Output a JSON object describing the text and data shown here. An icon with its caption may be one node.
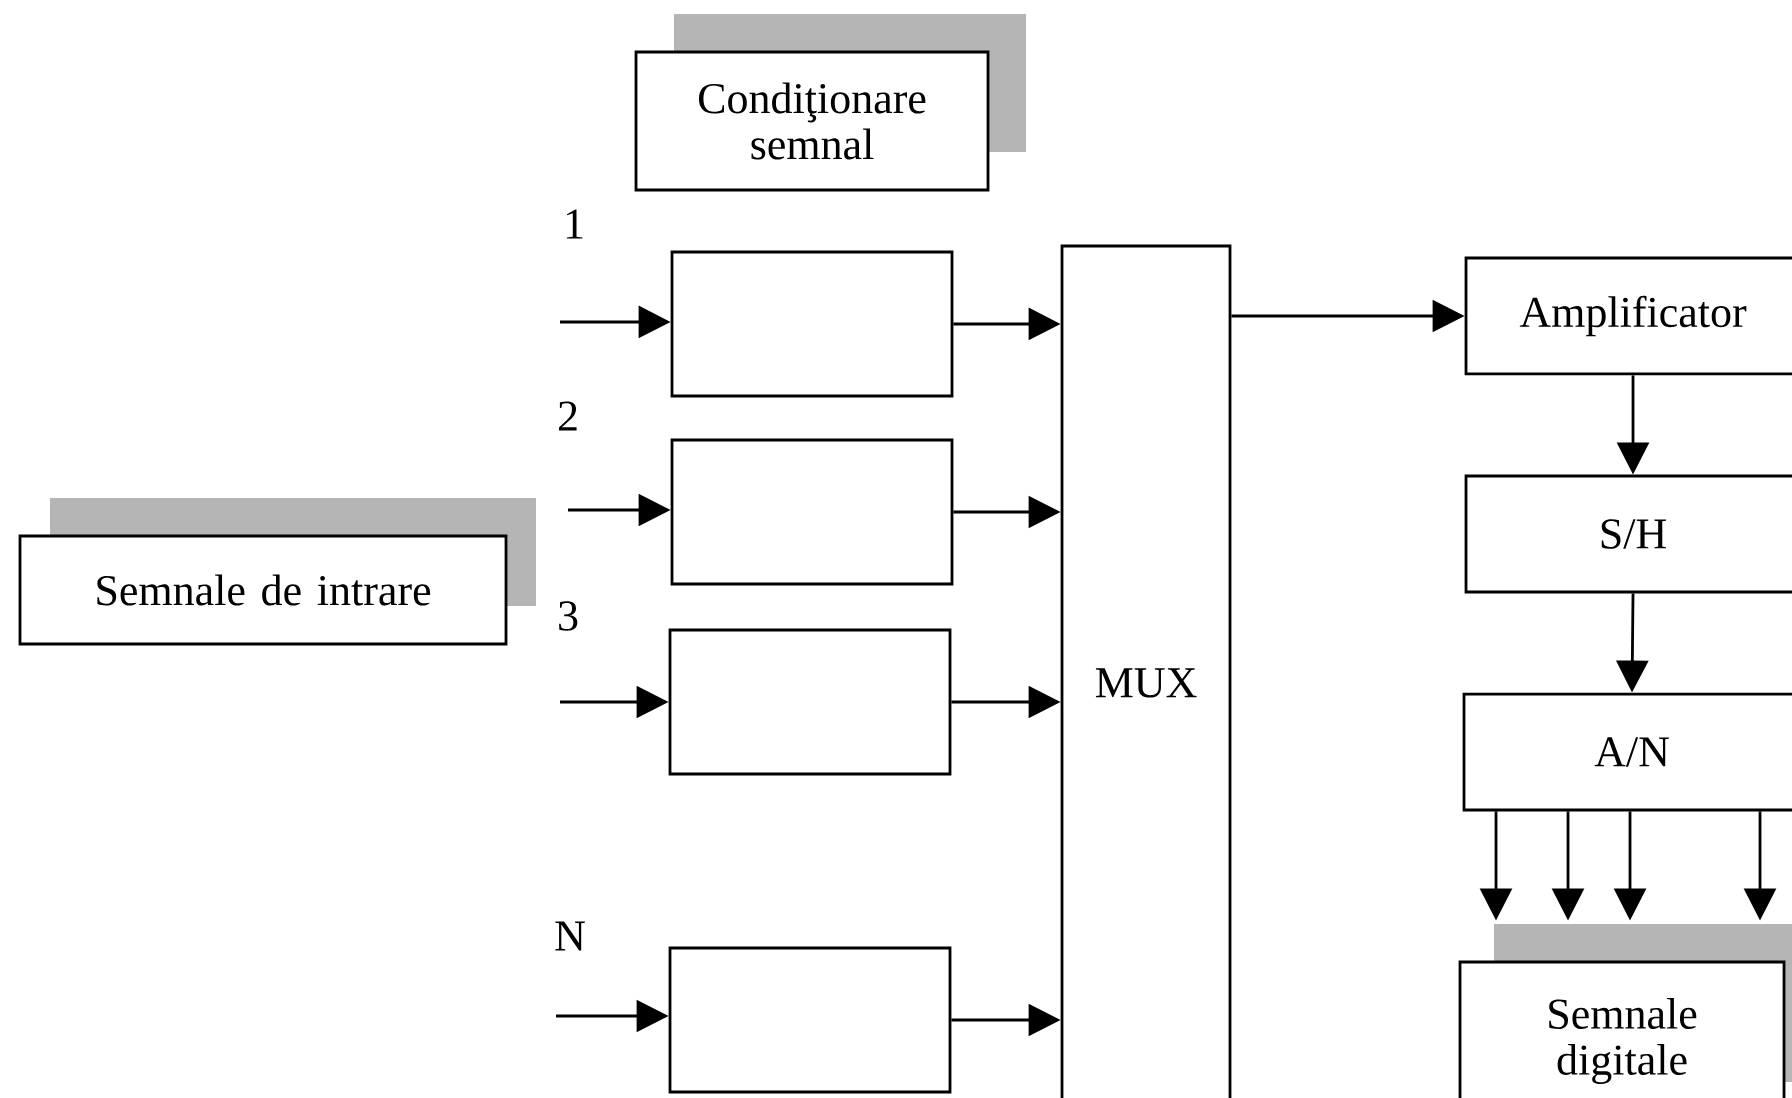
{
  "diagram": {
    "nodes": [
      {
        "text": [
          "Condiţionare semnal"
        ]
      },
      {
        "text": [
          "Semnale de intrare"
        ]
      },
      {
        "text": [],
        "shape": "box"
      },
      {
        "text": [],
        "shape": "box"
      },
      {
        "text": [],
        "shape": "box"
      },
      {
        "text": [],
        "shape": "box"
      },
      {
        "text": [
          "MUX"
        ]
      },
      {
        "text": [
          "Amplificator"
        ]
      },
      {
        "text": [
          "S/H"
        ]
      },
      {
        "text": [
          "A/N"
        ]
      },
      {
        "text": [
          "Semnale digitale"
        ]
      }
    ],
    "edges": [
      {
        "from": null,
        "to": 2,
        "arrow": "to"
      },
      {
        "from": null,
        "to": 3,
        "arrow": "to"
      },
      {
        "from": null,
        "to": 4,
        "arrow": "to"
      },
      {
        "from": null,
        "to": 5,
        "arrow": "to"
      },
      {
        "from": 2,
        "to": 6,
        "arrow": "to"
      },
      {
        "from": 3,
        "to": 6,
        "arrow": "to"
      },
      {
        "from": 4,
        "to": 6,
        "arrow": "to"
      },
      {
        "from": 5,
        "to": 6,
        "arrow": "to"
      },
      {
        "from": 6,
        "to": 7,
        "arrow": "to"
      },
      {
        "from": 7,
        "to": 8,
        "arrow": "to"
      },
      {
        "from": 8,
        "to": 9,
        "arrow": "to"
      },
      {
        "from": 9,
        "to": 10,
        "arrow": "to"
      },
      {
        "from": 9,
        "to": 10,
        "arrow": "to"
      },
      {
        "from": 9,
        "to": 10,
        "arrow": "to"
      },
      {
        "from": 9,
        "to": 10,
        "arrow": "to"
      }
    ],
    "labels": [
      "1",
      "2",
      "3",
      "N"
    ]
  }
}
